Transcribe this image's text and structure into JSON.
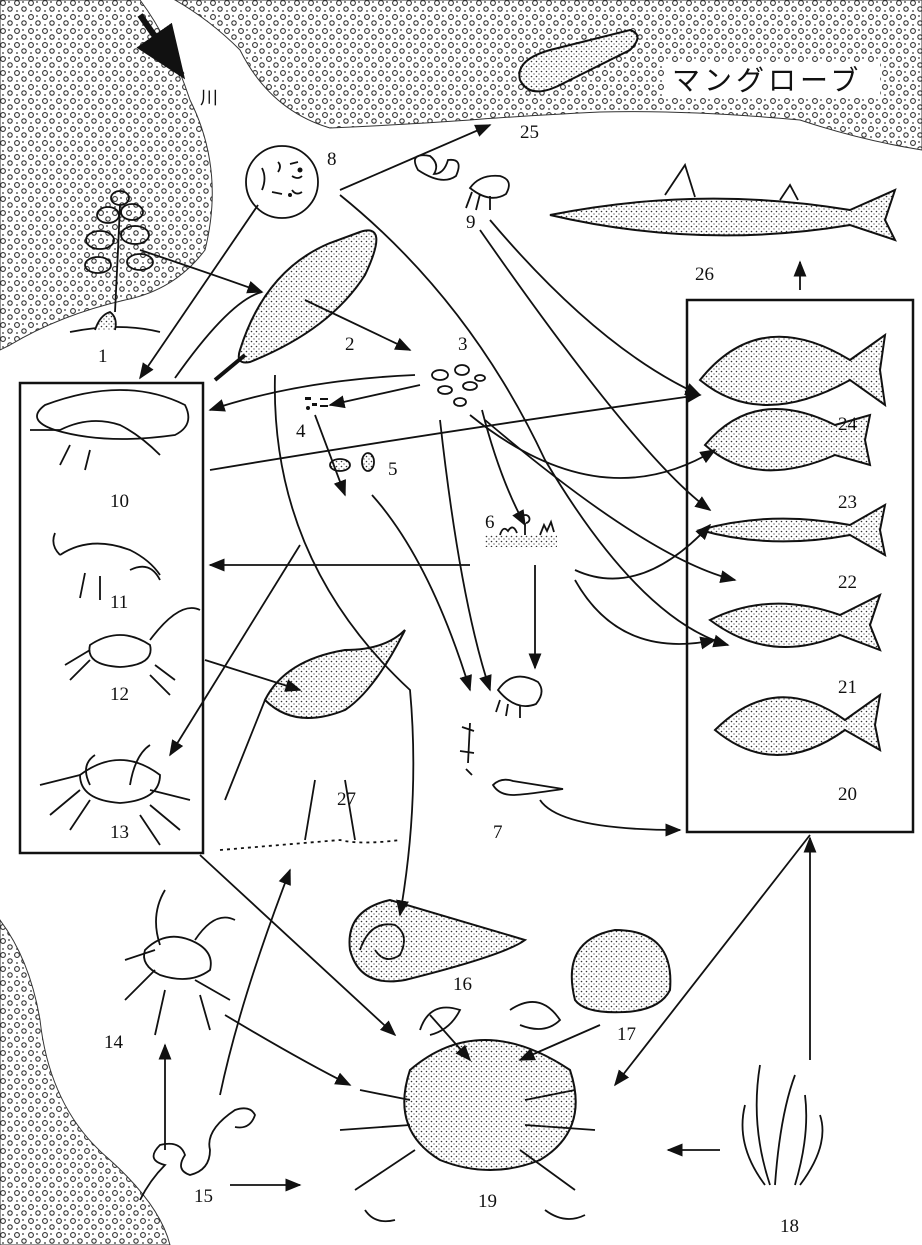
{
  "labels": {
    "river": "川",
    "mangrove": "マングローブ",
    "n1": "1",
    "n2": "2",
    "n3": "3",
    "n4": "4",
    "n5": "5",
    "n6": "6",
    "n7": "7",
    "n8": "8",
    "n9": "9",
    "n10": "10",
    "n11": "11",
    "n12": "12",
    "n13": "13",
    "n14": "14",
    "n15": "15",
    "n16": "16",
    "n17": "17",
    "n18": "18",
    "n19": "19",
    "n20": "20",
    "n21": "21",
    "n22": "22",
    "n23": "23",
    "n24": "24",
    "n25": "25",
    "n26": "26",
    "n27": "27"
  },
  "colors": {
    "ink": "#111111",
    "stipple": "#333333",
    "background": "#ffffff"
  }
}
